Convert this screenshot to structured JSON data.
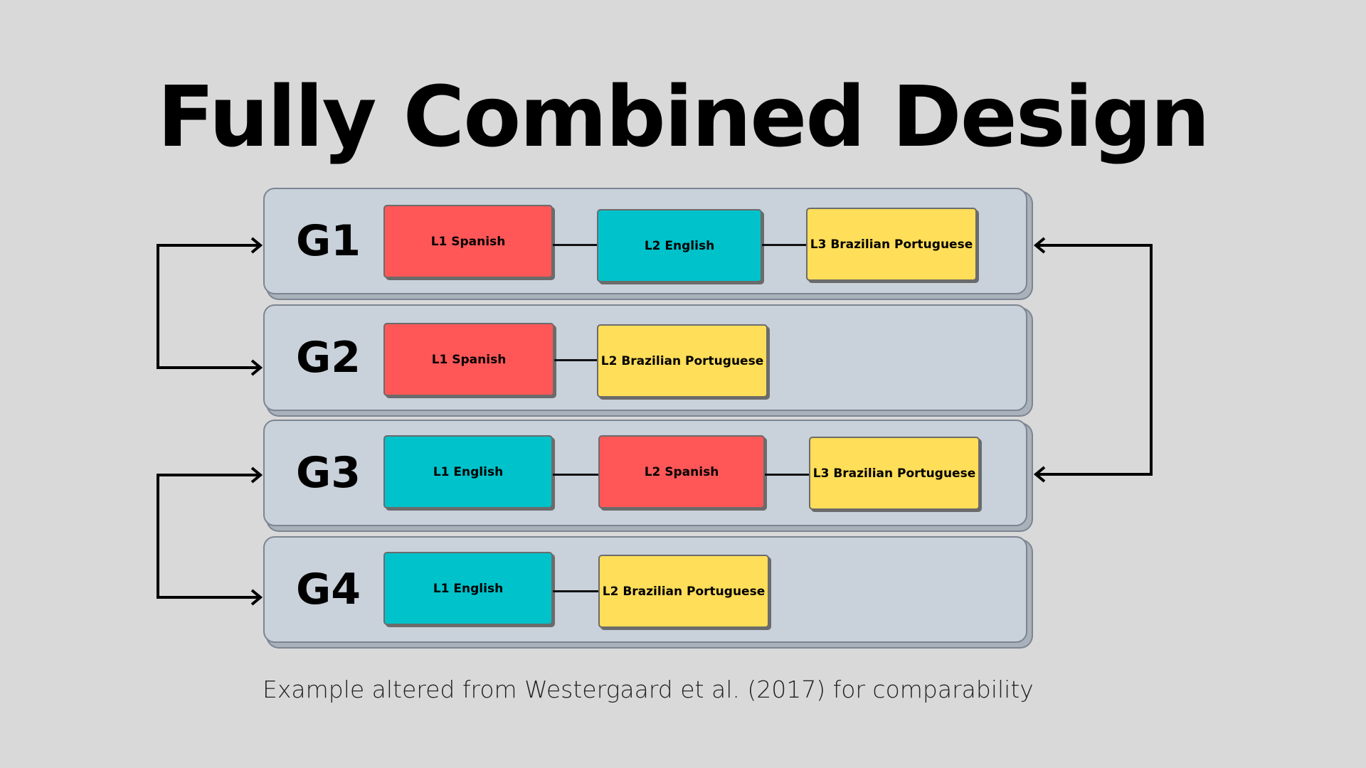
{
  "title": "Fully Combined Design",
  "caption": "Example altered from Westergaard et al. (2017) for comparability",
  "colors": {
    "background": "#d9d9d9",
    "group_panel": "#c9d1db",
    "spanish": "#ff5757",
    "english": "#00c2cb",
    "portuguese": "#ffde59"
  },
  "groups": [
    {
      "label": "G1",
      "languages": [
        {
          "label": "L1 Spanish",
          "language": "spanish"
        },
        {
          "label": "L2 English",
          "language": "english"
        },
        {
          "label": "L3 Brazilian Portuguese",
          "language": "portuguese"
        }
      ]
    },
    {
      "label": "G2",
      "languages": [
        {
          "label": "L1 Spanish",
          "language": "spanish"
        },
        {
          "label": "L2 Brazilian Portuguese",
          "language": "portuguese"
        }
      ]
    },
    {
      "label": "G3",
      "languages": [
        {
          "label": "L1 English",
          "language": "english"
        },
        {
          "label": "L2 Spanish",
          "language": "spanish"
        },
        {
          "label": "L3 Brazilian Portuguese",
          "language": "portuguese"
        }
      ]
    },
    {
      "label": "G4",
      "languages": [
        {
          "label": "L1 English",
          "language": "english"
        },
        {
          "label": "L2 Brazilian Portuguese",
          "language": "portuguese"
        }
      ]
    }
  ],
  "comparisons": [
    {
      "from": "G1",
      "to": "G2",
      "side": "left"
    },
    {
      "from": "G3",
      "to": "G4",
      "side": "left"
    },
    {
      "from": "G1",
      "to": "G3",
      "side": "right"
    }
  ]
}
